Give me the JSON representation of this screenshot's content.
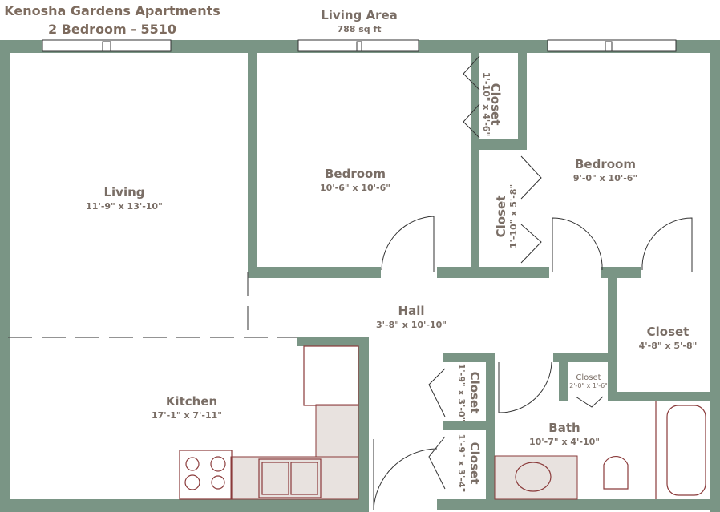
{
  "header": {
    "property": "Kenosha Gardens Apartments",
    "unit": "2 Bedroom - 5510",
    "area_label": "Living Area",
    "area_value": "788 sq ft"
  },
  "colors": {
    "wall": "#7a9585",
    "text": "#7a6e66",
    "fixture": "#8a3a3a",
    "counter": "#e8e2df"
  },
  "rooms": {
    "living": {
      "name": "Living",
      "dims": "11'-9\" x 13'-10\""
    },
    "bedroom1": {
      "name": "Bedroom",
      "dims": "10'-6\" x 10'-6\""
    },
    "bedroom2": {
      "name": "Bedroom",
      "dims": "9'-0\" x 10'-6\""
    },
    "closet_a": {
      "name": "Closet",
      "dims": "1'-10\" x 4'-6\""
    },
    "closet_b": {
      "name": "Closet",
      "dims": "1'-10\" x 5'-8\""
    },
    "hall": {
      "name": "Hall",
      "dims": "3'-8\" x 10'-10\""
    },
    "closet_hall": {
      "name": "Closet",
      "dims": "4'-8\" x 5'-8\""
    },
    "closet_small": {
      "name": "Closet",
      "dims": "2'-0\" x 1'-6\""
    },
    "kitchen": {
      "name": "Kitchen",
      "dims": "17'-1\" x 7'-11\""
    },
    "closet_c": {
      "name": "Closet",
      "dims": "1'-9\" x 3'-0\""
    },
    "closet_d": {
      "name": "Closet",
      "dims": "1'-9\" x 3'-4\""
    },
    "bath": {
      "name": "Bath",
      "dims": "10'-7\" x 4'-10\""
    }
  }
}
